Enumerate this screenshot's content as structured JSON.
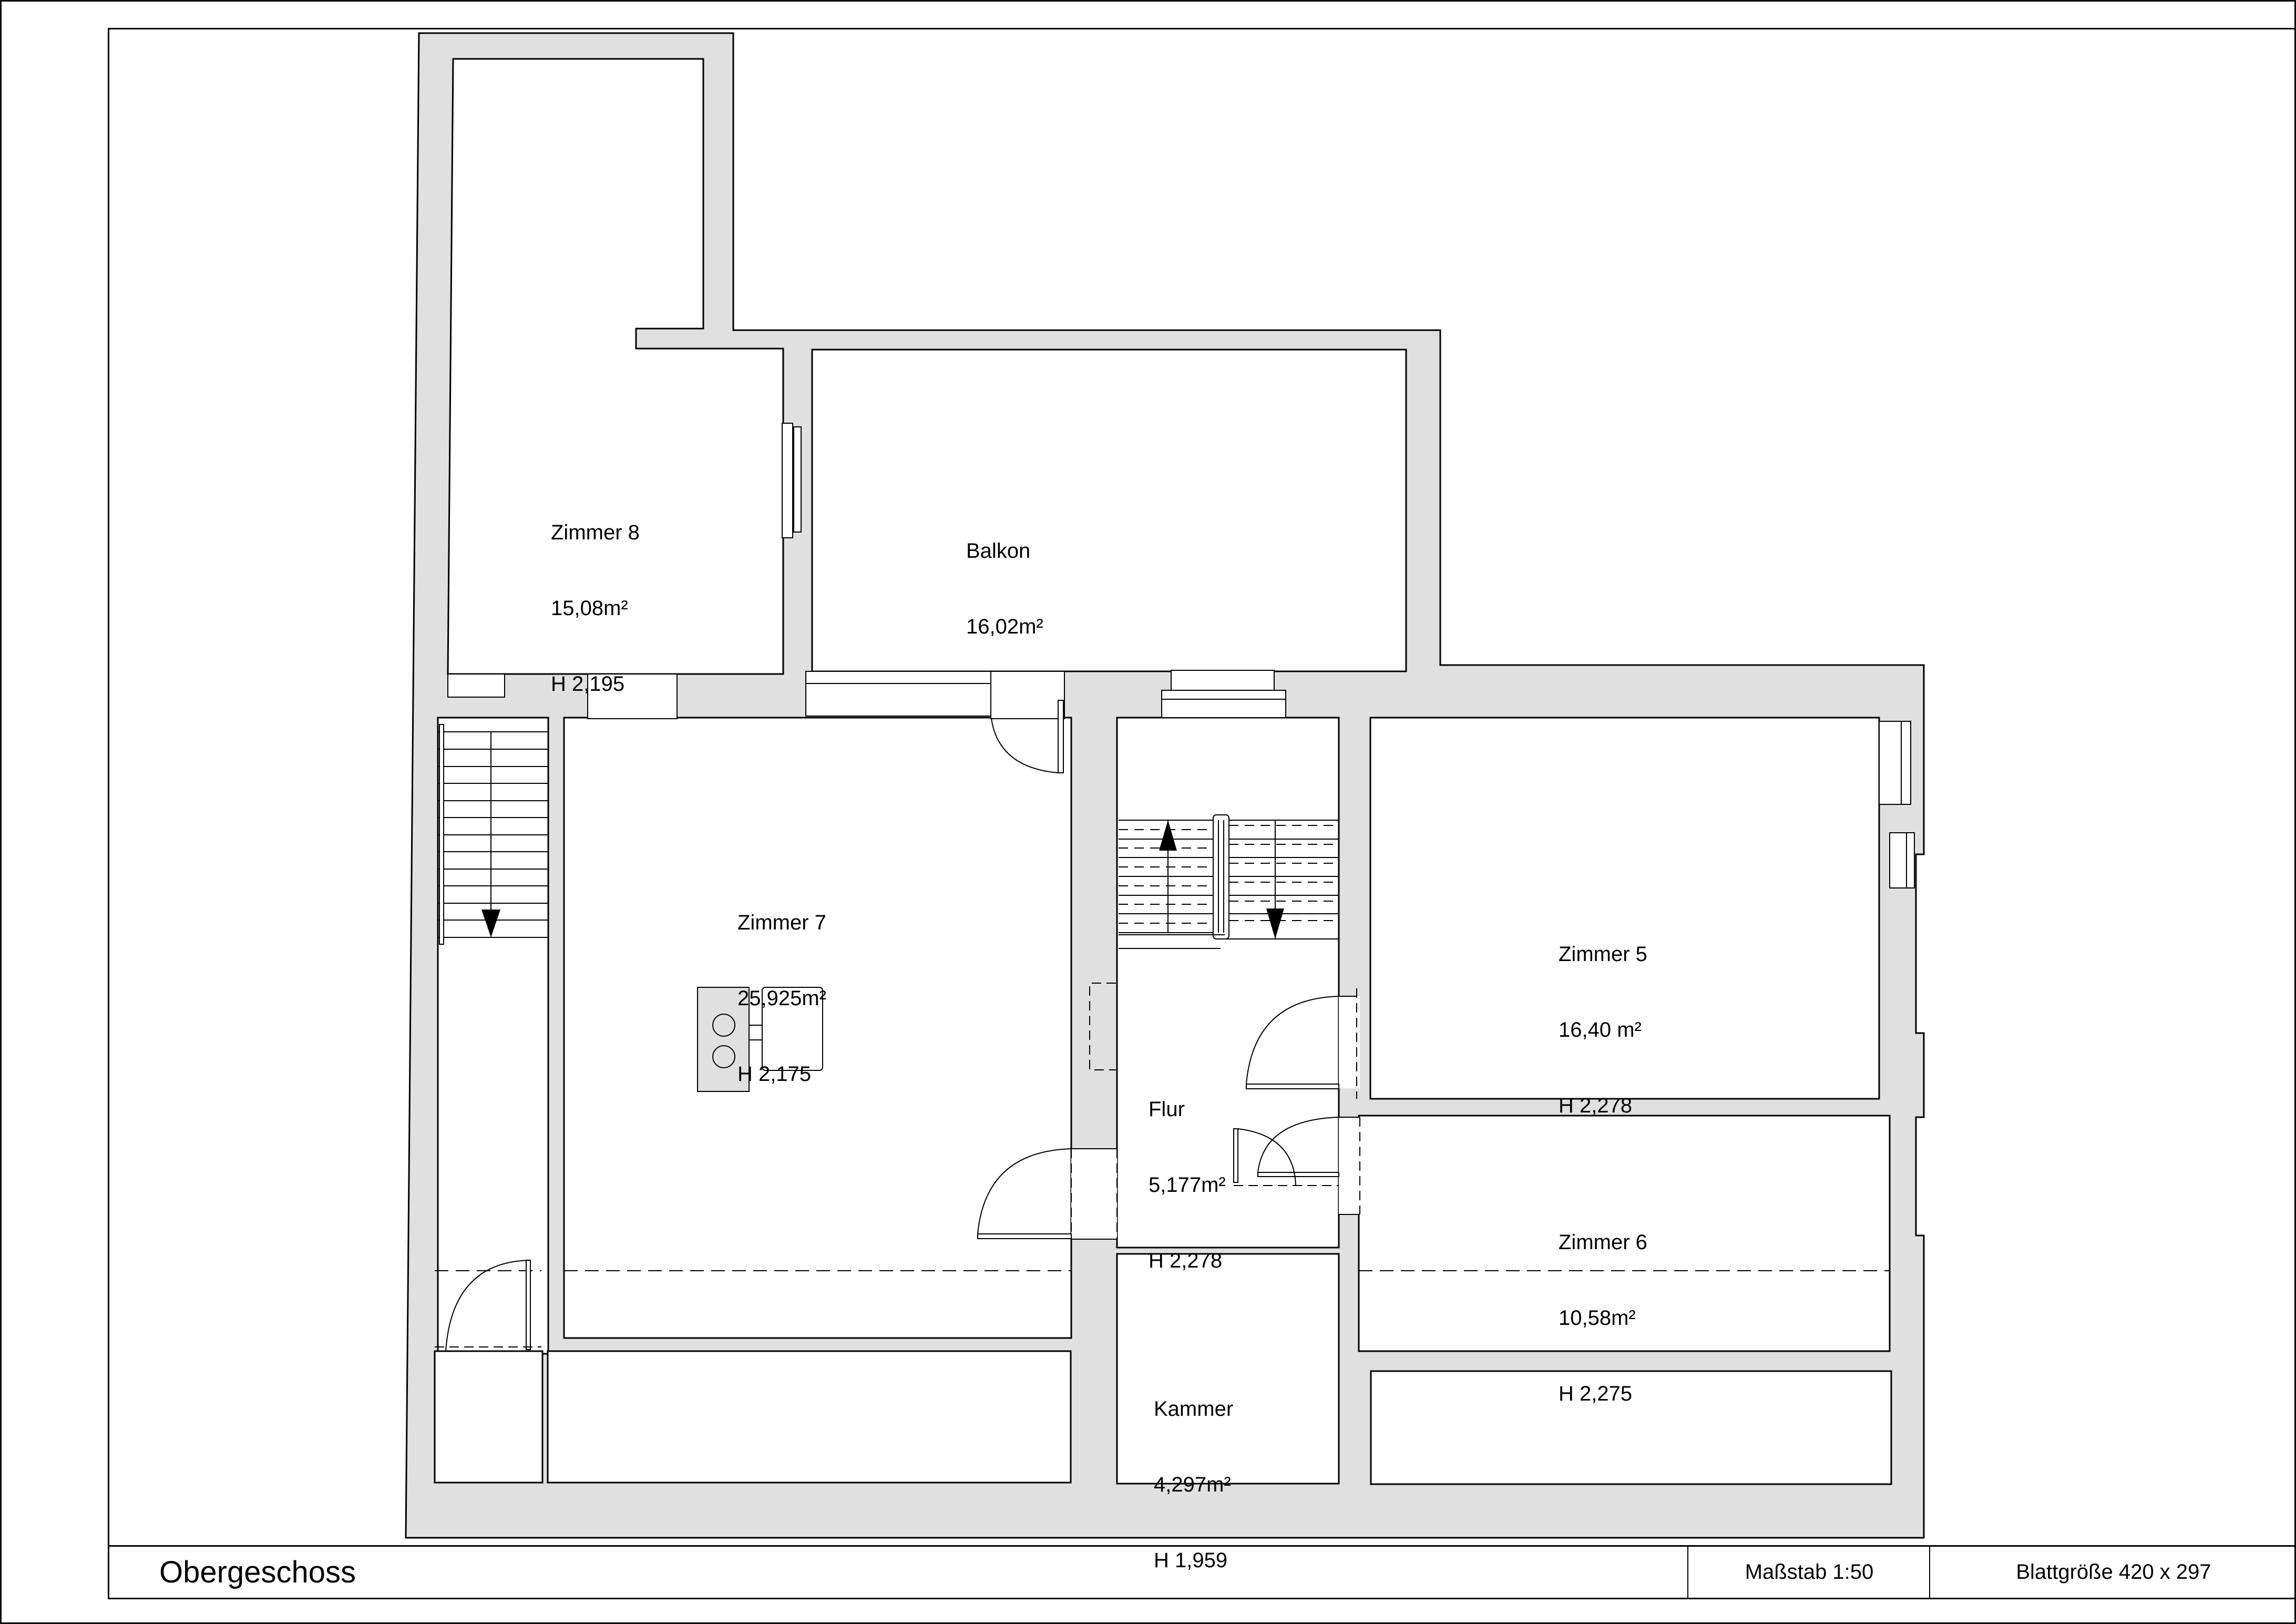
{
  "sheet": {
    "title": "Obergeschoss",
    "scale": "Maßstab 1:50",
    "sheet_size": "Blattgröße 420 x 297"
  },
  "colors": {
    "wall_fill": "#e0e0e0",
    "line": "#000000",
    "background": "#ffffff"
  },
  "rooms": [
    {
      "id": "zimmer-8",
      "name": "Zimmer 8",
      "area": "15,08m²",
      "height": "H 2,195"
    },
    {
      "id": "balkon",
      "name": "Balkon",
      "area": "16,02m²"
    },
    {
      "id": "zimmer-7",
      "name": "Zimmer 7",
      "area": "25,925m²",
      "height": "H 2,175"
    },
    {
      "id": "zimmer-5",
      "name": "Zimmer 5",
      "area": "16,40 m²",
      "height": "H 2,278"
    },
    {
      "id": "flur",
      "name": "Flur",
      "area": "5,177m²",
      "height": "H 2,278"
    },
    {
      "id": "zimmer-6",
      "name": "Zimmer 6",
      "area": "10,58m²",
      "height": "H 2,275"
    },
    {
      "id": "kammer",
      "name": "Kammer",
      "area": "4,297m²",
      "height": "H 1,959"
    }
  ],
  "symbols": {
    "stair_left_direction": "down",
    "stair_center_directions": [
      "up",
      "down"
    ],
    "stove_burners": 2
  }
}
